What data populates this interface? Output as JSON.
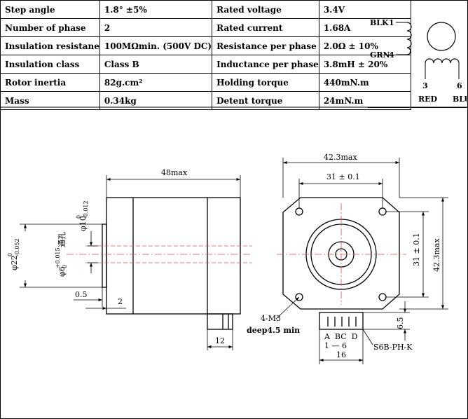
{
  "specs": [
    {
      "label": "Step angle",
      "value": "1.8° ±5%",
      "label2": "Rated voltage",
      "value2": "3.4V"
    },
    {
      "label": "Number of phase",
      "value": "2",
      "label2": "Rated current",
      "value2": "1.68A"
    },
    {
      "label": "Insulation resistane",
      "value": "100MΩmin. (500V DC)",
      "label2": "Resistance per phase",
      "value2": "2.0Ω ± 10%"
    },
    {
      "label": "Insulation class",
      "value": "Class B",
      "label2": "Inductance per phase",
      "value2": "3.8mH ± 20%"
    },
    {
      "label": "Rotor inertia",
      "value": "82g.cm²",
      "label2": "Holding torque",
      "value2": "440mN.m"
    },
    {
      "label": "Mass",
      "value": "0.34kg",
      "label2": "Detent torque",
      "value2": "24mN.m"
    }
  ],
  "wiring": {
    "blk": "BLK",
    "blk_pin": "1",
    "grn": "GRN",
    "grn_pin": "4",
    "pin3": "3",
    "pin6": "6",
    "red": "RED",
    "blu": "BLU"
  },
  "side_view": {
    "length": "48max",
    "shaft_dia": "φ10",
    "shaft_tol_top": "0",
    "shaft_tol_bot": "-0.012",
    "boss_dia": "φ22",
    "boss_tol_top": "0",
    "boss_tol_bot": "-0.052",
    "hole_dia": "φ6",
    "hole_tol_top": "+0.015",
    "hole_tol_bot": "0",
    "hole_note": "通孔",
    "dim_05": "0.5",
    "dim_2": "2",
    "dim_12": "12"
  },
  "front_view": {
    "width": "42.3max",
    "hole_spacing": "31 ± 0.1",
    "hole_spacing_v": "31 ± 0.1",
    "height": "42.3max",
    "screw": "4-M3",
    "depth": "deep4.5 min",
    "dim_65": "6.5",
    "conn_letters": "A  BC  D",
    "conn_pins": "1 — 6",
    "connector": "S6B-PH-K",
    "dim_16": "16"
  }
}
